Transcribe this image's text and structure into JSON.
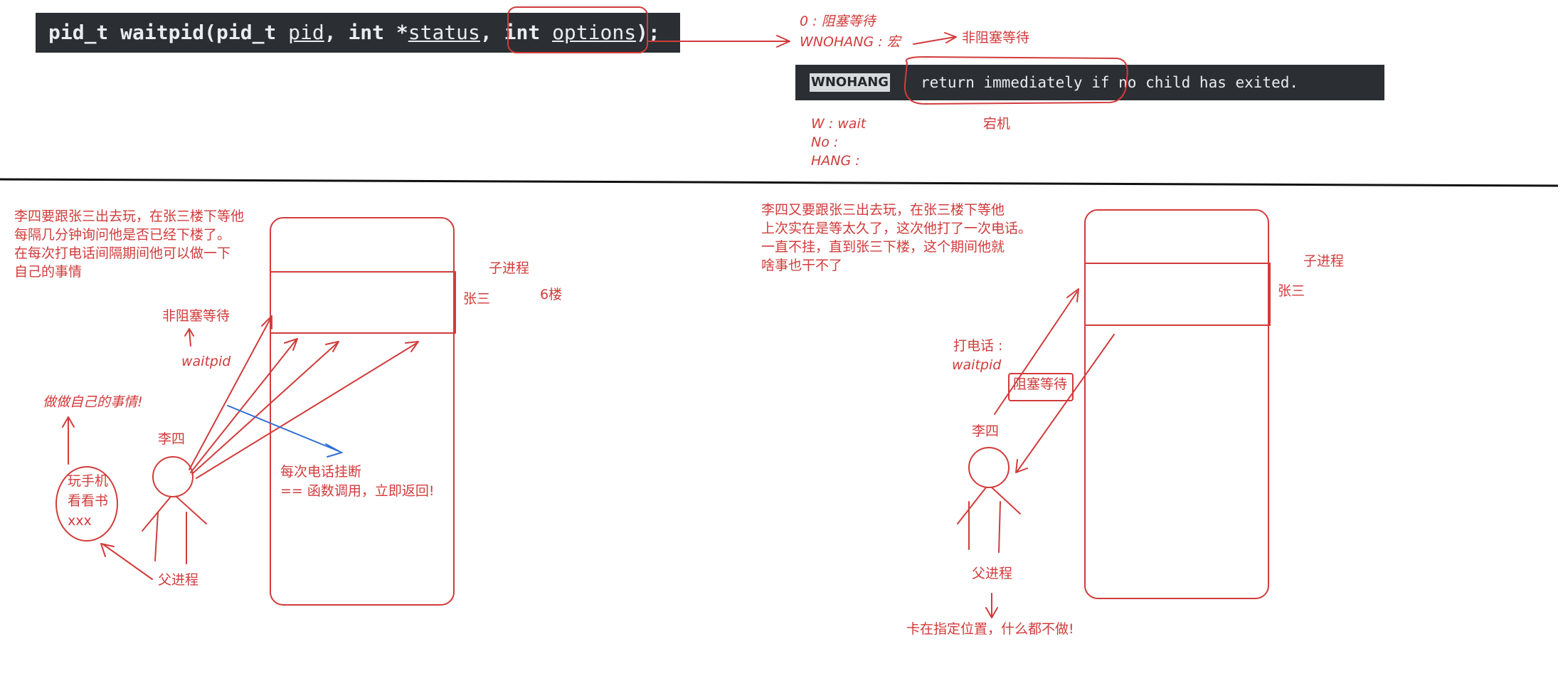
{
  "code": {
    "prefix": "pid_t waitpid(pid_t ",
    "pid": "pid",
    "sep1": ", int *",
    "status": "status",
    "sep2": ", ",
    "int_kw": "int ",
    "options": "options",
    "suffix": ");"
  },
  "man_line": {
    "flag": "WNOHANG",
    "text": "return immediately if no child has exited."
  },
  "notes": {
    "opt0": "0 : 阻塞等待",
    "wnohang": "WNOHANG : 宏",
    "nonblocking": "非阻塞等待",
    "w_wait": "W : wait",
    "no": "No :",
    "hang": "HANG :",
    "crash": "宕机"
  },
  "left_scene": {
    "story": [
      "李四要跟张三出去玩，在张三楼下等他",
      "每隔几分钟询问他是否已经下楼了。",
      "在每次打电话间隔期间他可以做一下",
      "自己的事情"
    ],
    "nonblocking_label": "非阻塞等待",
    "waitpid_label": "waitpid",
    "do_own": "做做自己的事情!",
    "bubble": [
      "玩手机",
      "看看书",
      "xxx"
    ],
    "lisi": "李四",
    "parent": "父进程",
    "child": "子进程",
    "zhangsan": "张三",
    "floor": "6楼",
    "hangup": [
      "每次电话挂断",
      "== 函数调用，立即返回!"
    ]
  },
  "right_scene": {
    "story": [
      "李四又要跟张三出去玩，在张三楼下等他",
      "上次实在是等太久了，这次他打了一次电话。",
      "一直不挂，直到张三下楼，这个期间他就",
      "啥事也干不了"
    ],
    "call_label": "打电话 :",
    "waitpid_label": "waitpid",
    "blocking_label": "阻塞等待",
    "lisi": "李四",
    "parent": "父进程",
    "child": "子进程",
    "zhangsan": "张三",
    "stuck": "卡在指定位置，什么都不做!"
  },
  "colors": {
    "ink": "#d23b3b",
    "blue": "#2f6fd6",
    "code_bg": "#2b2f33",
    "code_fg": "#e9edf1"
  }
}
